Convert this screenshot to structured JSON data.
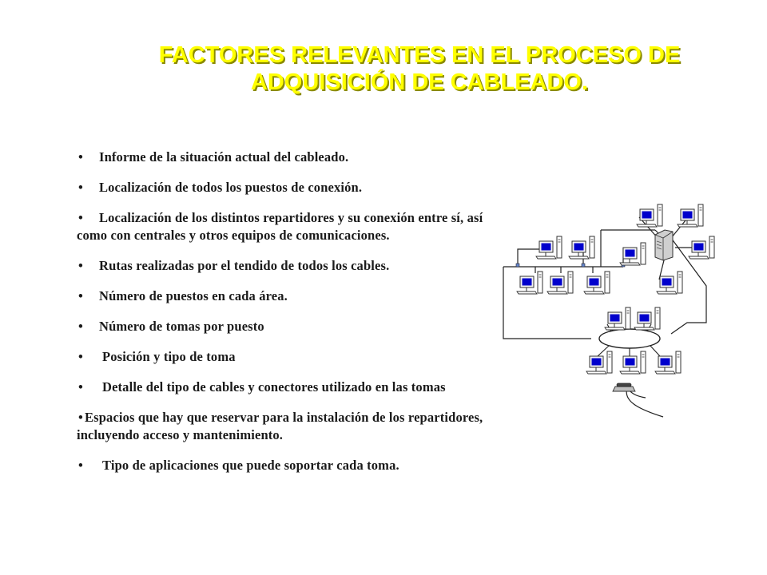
{
  "title": {
    "line1": "FACTORES RELEVANTES EN EL PROCESO DE",
    "line2": "ADQUISICIÓN DE CABLEADO."
  },
  "bullet_symbol": "•",
  "bullets": [
    "Informe de la situación actual del cableado.",
    "Localización de todos los puestos de conexión.",
    "Localización de los distintos repartidores y su conexión entre sí, así como con centrales y otros equipos de comunicaciones.",
    "Rutas realizadas por el tendido de todos los cables.",
    "Número de puestos en cada área.",
    "Número de tomas por puesto",
    "Posición y tipo de toma",
    "Detalle del tipo de cables y conectores utilizado en las tomas",
    "Espacios que hay que reservar para la instalación de los repartidores, incluyendo acceso y mantenimiento.",
    "Tipo de aplicaciones que puede soportar cada toma."
  ],
  "diagram_icons": {
    "workstation": "computer-workstation-icon",
    "server": "server-tower-icon",
    "phone": "telephone-icon"
  },
  "colors": {
    "title": "#ffff00",
    "title_shadow": "#8a8a00",
    "text": "#1a1a1a",
    "screen": "#0000cc"
  }
}
